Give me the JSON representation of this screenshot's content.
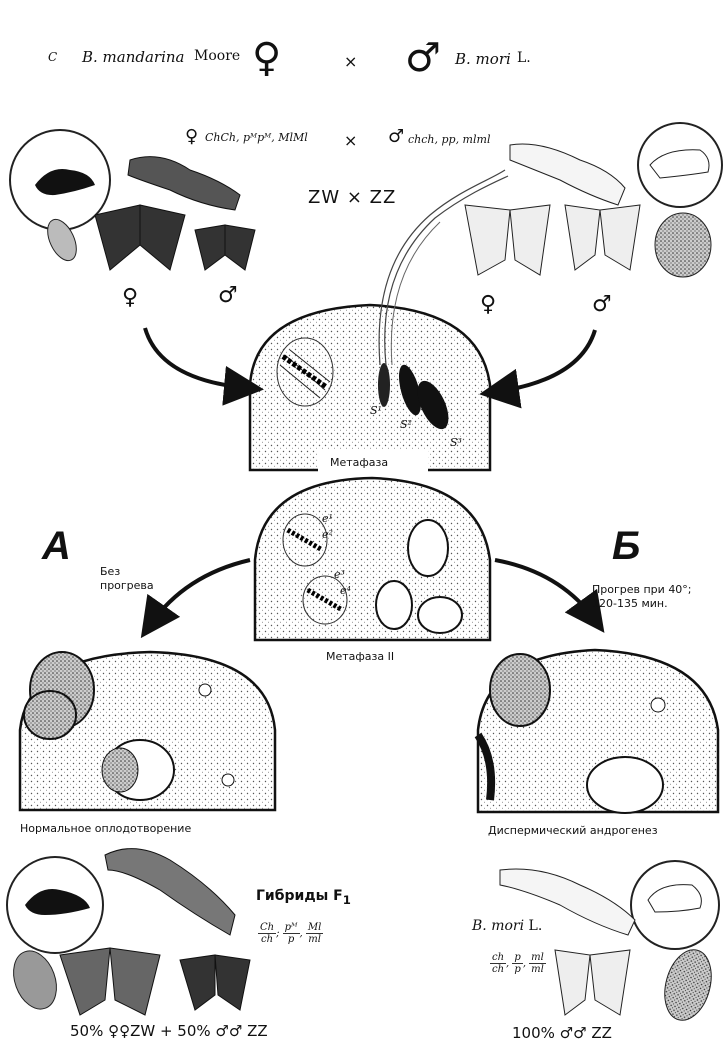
{
  "top": {
    "label_c": "C",
    "female_species": "B. mandarina",
    "female_author": "Moore",
    "cross": "×",
    "male_species": "B. mori",
    "male_author": "L.",
    "female_genotype": "ChCh, pᴹpᴹ, MlMl",
    "male_genotype": "chch, pp, mlml",
    "zw_cross": "ZW × ZZ"
  },
  "labels": {
    "metaphase": "Метафаза",
    "metaphase2": "Метафаза II",
    "branch_a": "А",
    "branch_b": "Б",
    "no_heat": "Без прогрева",
    "heat": "Прогрев при 40°; 120-135 мин.",
    "normal_fert": "Нормальное оплодотворение",
    "dispermic": "Диспермический андрогенез",
    "hybrids": "Гибриды F",
    "hybrids_sub": "1",
    "bmori": "B. mori",
    "bmori_author": "L.",
    "left_result": "50% ♀♀ZW  +  50% ♂♂ ZZ",
    "right_result": "100% ♂♂ ZZ"
  },
  "fractions_left": [
    {
      "num": "Ch",
      "den": "ch"
    },
    {
      "num": "pᴹ",
      "den": "p"
    },
    {
      "num": "Ml",
      "den": "ml"
    }
  ],
  "fractions_right": [
    {
      "num": "ch",
      "den": "ch"
    },
    {
      "num": "p",
      "den": "p"
    },
    {
      "num": "ml",
      "den": "ml"
    }
  ],
  "nuclei_labels": {
    "s1": "S¹",
    "s2": "S²",
    "s3": "S³",
    "e1": "e¹",
    "e2": "e²",
    "e3": "e³",
    "e4": "e⁴"
  },
  "symbols": {
    "female": "♀",
    "male": "♂"
  }
}
